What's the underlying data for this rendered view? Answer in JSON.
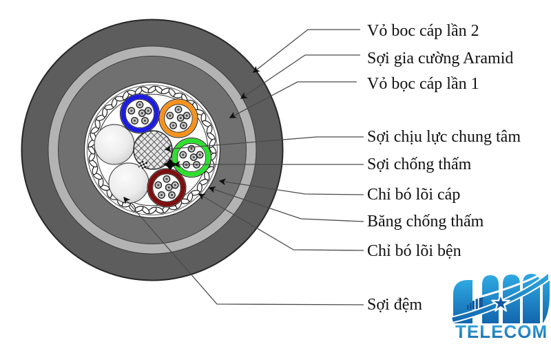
{
  "diagram": {
    "labels": [
      {
        "id": "vo-boc-cap-lan-2",
        "text": "Vỏ boc cáp lần 2"
      },
      {
        "id": "soi-gia-cuong-aramid",
        "text": "Sợi gia cường Aramid"
      },
      {
        "id": "vo-boc-cap-lan-1",
        "text": "Vỏ bọc cáp lần 1"
      },
      {
        "id": "soi-chiu-luc-chung-tam",
        "text": "Sợi chịu lực chung tâm"
      },
      {
        "id": "soi-chong-tham",
        "text": "Sợi chống thấm"
      },
      {
        "id": "chi-bo-loi-cap",
        "text": "Chỉ bó lõi cáp"
      },
      {
        "id": "bang-chong-tham",
        "text": "Băng chống thấm"
      },
      {
        "id": "chi-bo-loi-ben",
        "text": "Chỉ bó lõi bện"
      },
      {
        "id": "soi-dem",
        "text": "Sợi đệm"
      }
    ]
  },
  "logo": {
    "brand": "TELECOM"
  },
  "colors": {
    "jacket_outer": "#5d5d5d",
    "aramid_layer": "#b3b3b3",
    "jacket_inner": "#707070",
    "tube_blue": "#1d1ddf",
    "tube_orange": "#f5921e",
    "tube_green": "#2ee02e",
    "tube_maroon": "#7c1010",
    "logo_blue_light": "#2fa9e2",
    "logo_blue_dark": "#1266ae"
  }
}
